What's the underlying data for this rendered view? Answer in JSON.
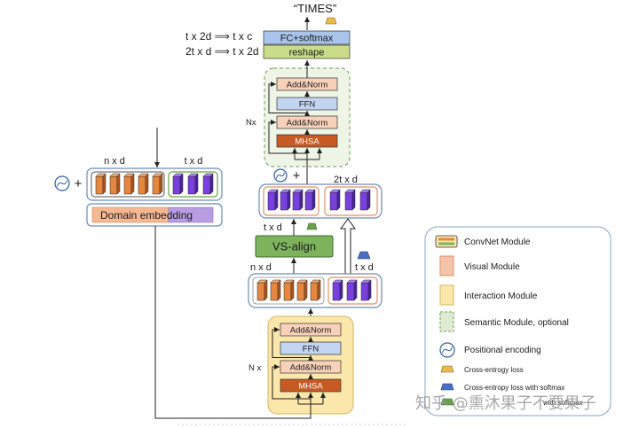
{
  "output": {
    "label": "“TIMES”",
    "loss_icon": "cross-entropy-loss-icon"
  },
  "shape_notes": [
    "t x 2d ⟹ t x c",
    "2t x d ⟹ t x 2d"
  ],
  "head": {
    "fc_label": "FC+softmax",
    "reshape_label": "reshape"
  },
  "semantic_module": {
    "repeat_label": "Nx",
    "layers": [
      "Add&Norm",
      "FFN",
      "Add&Norm",
      "MHSA"
    ]
  },
  "upper_features": {
    "plus": "+",
    "dim_label": "2t x d",
    "encoding_icon": "positional-encoding-icon"
  },
  "vs_align": {
    "label": "VS-align",
    "dim_label": "t x d",
    "loss_icon": "cross-entropy-loss-with-softmax-icon"
  },
  "lower_features": {
    "visual_dim_label": "n x d",
    "text_dim_label": "t x d",
    "loss_icon": "cross-entropy-loss-with-softmax-icon"
  },
  "interaction_module": {
    "repeat_label": "N x",
    "layers": [
      "Add&Norm",
      "FFN",
      "Add&Norm",
      "MHSA"
    ]
  },
  "input": {
    "visual_dim_label": "n x d",
    "text_dim_label": "t x d",
    "plus": "+",
    "domain_embedding_label": "Domain embedding"
  },
  "legend": {
    "items": [
      {
        "icon": "convnet-module-icon",
        "label": "ConvNet Module"
      },
      {
        "icon": "visual-module-icon",
        "label": "Visual Module"
      },
      {
        "icon": "interaction-module-icon",
        "label": "Interaction Module"
      },
      {
        "icon": "semantic-module-icon",
        "label": "Semantic Module, optional"
      },
      {
        "icon": "positional-encoding-icon",
        "label": "Positional encoding"
      },
      {
        "icon": "cross-entropy-loss-icon",
        "label": "Cross-entrogy loss"
      },
      {
        "icon": "cross-entropy-loss-with-softmax-icon",
        "label": "Cross-entropy loss with softmax"
      },
      {
        "icon": "green-loss-icon",
        "label": "with softmax"
      }
    ]
  },
  "watermark": "知乎 @熏沐果子不要果子",
  "colors": {
    "visual_bar_front": "#e5873f",
    "visual_bar_top": "#f5b37c",
    "visual_bar_side": "#b3561d",
    "text_bar_front": "#7a40de",
    "text_bar_top": "#a989f3",
    "text_bar_side": "#4b22a6",
    "add_norm": "#f7d1ba",
    "ffn": "#c2d4f0",
    "mhsa": "#c65a22",
    "fc_softmax": "#a9c4ea",
    "reshape": "#c9dc8a",
    "vs_align": "#7db35d",
    "interaction_module": "#fbe7aa",
    "semantic_module": "#eef4e6",
    "loss_yellow": "#e9b94a",
    "loss_blue": "#4a6fc0",
    "loss_green": "#6aa04a"
  }
}
